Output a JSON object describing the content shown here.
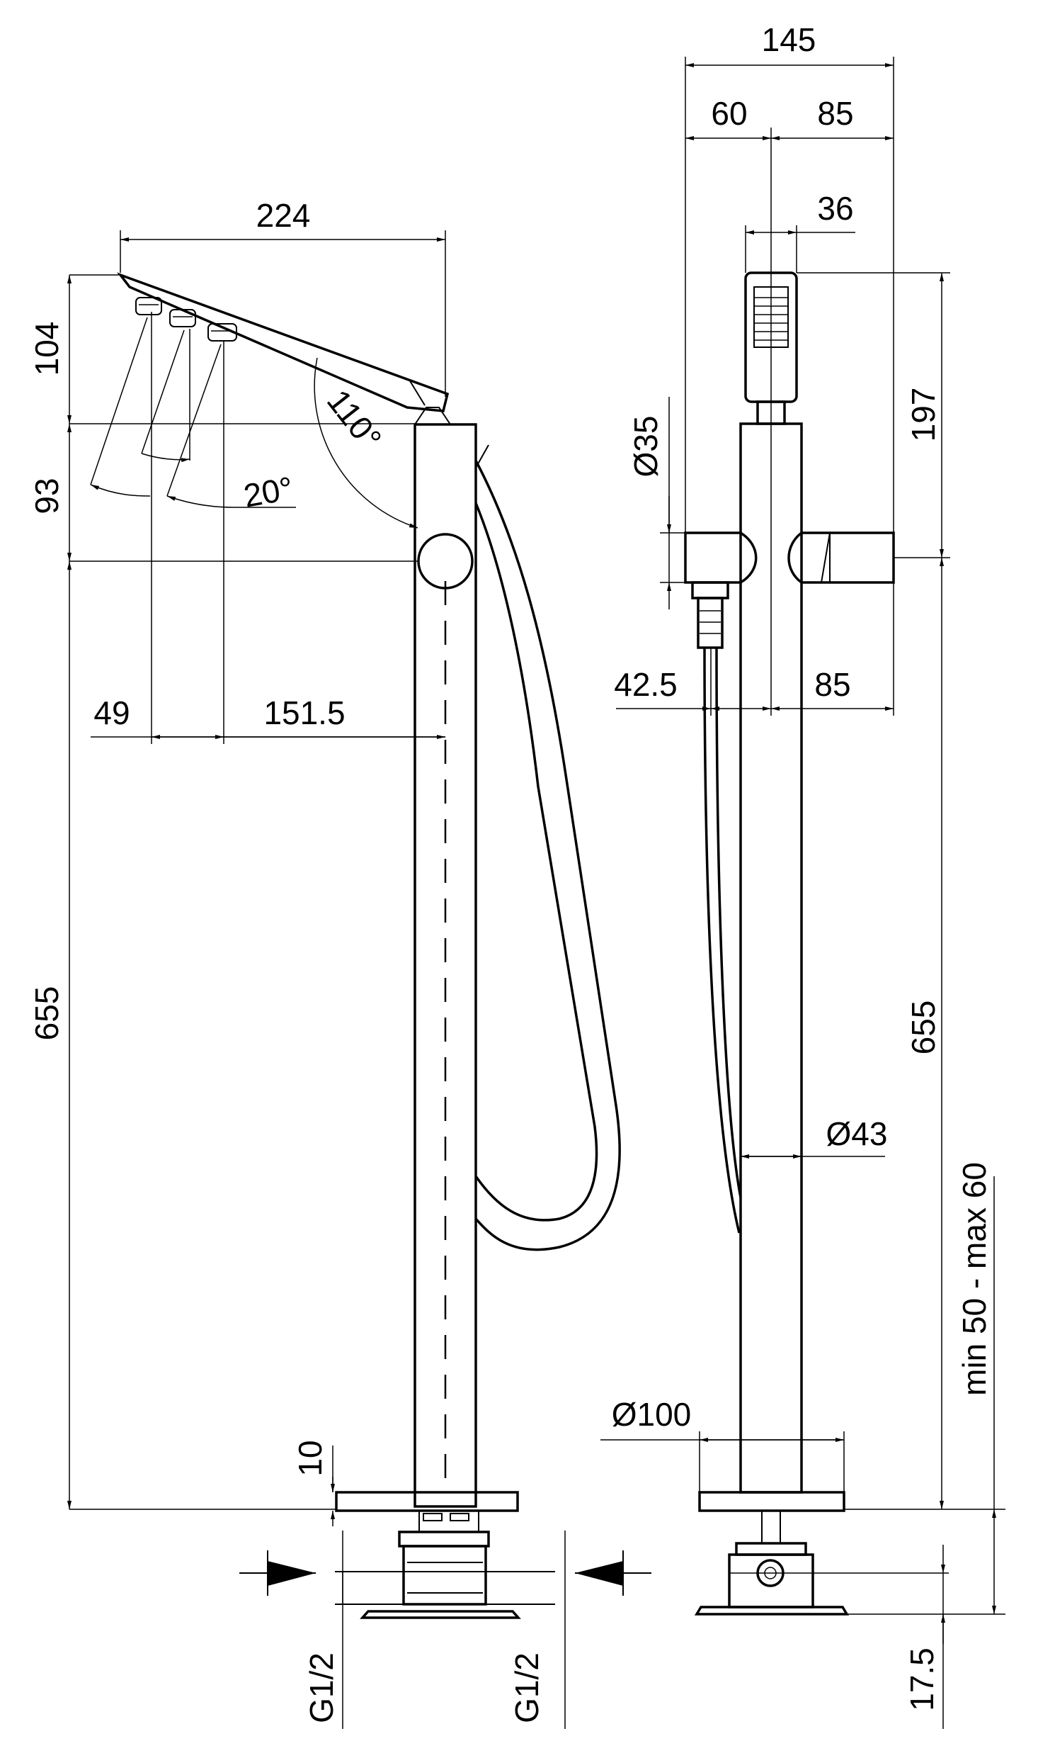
{
  "left_view": {
    "dim_width_top": "224",
    "dim_height_104": "104",
    "dim_height_93": "93",
    "dim_angle_110": "110°",
    "dim_angle_20": "20°",
    "dim_49": "49",
    "dim_151_5": "151.5",
    "dim_height_655": "655",
    "dim_10": "10",
    "dim_inlet_left": "G1/2",
    "dim_inlet_right": "G1/2"
  },
  "right_view": {
    "dim_145": "145",
    "dim_60": "60",
    "dim_85_top": "85",
    "dim_36": "36",
    "dim_197": "197",
    "dim_d35": "Ø35",
    "dim_42_5": "42.5",
    "dim_85_mid": "85",
    "dim_655": "655",
    "dim_d43": "Ø43",
    "dim_min_max": "min 50 - max 60",
    "dim_d100": "Ø100",
    "dim_17_5": "17.5"
  }
}
